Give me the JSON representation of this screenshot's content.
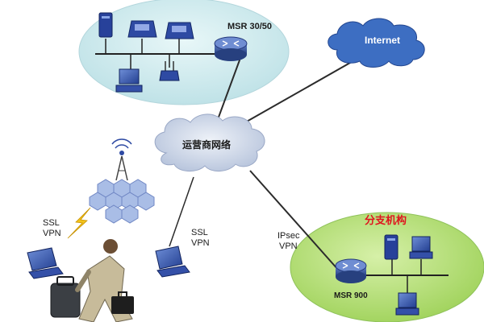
{
  "hq": {
    "title": "",
    "router_label": "MSR 30/50"
  },
  "internet": {
    "label": "Internet"
  },
  "carrier": {
    "label": "运营商网络"
  },
  "branch": {
    "title": "分支机构",
    "router_label": "MSR 900"
  },
  "links": {
    "ssl_left": {
      "line1": "SSL",
      "line2": "VPN"
    },
    "ssl_mid": {
      "line1": "SSL",
      "line2": "VPN"
    },
    "ipsec": {
      "line1": "IPsec",
      "line2": "VPN"
    }
  },
  "colors": {
    "hq_region": "#cfe9ec",
    "branch_region": "#b9e07e",
    "internet_cloud": "#3e6fc1",
    "carrier_cloud": "#c7d2e6",
    "title_red": "#e0141e",
    "device_blue": "#213a8f"
  }
}
